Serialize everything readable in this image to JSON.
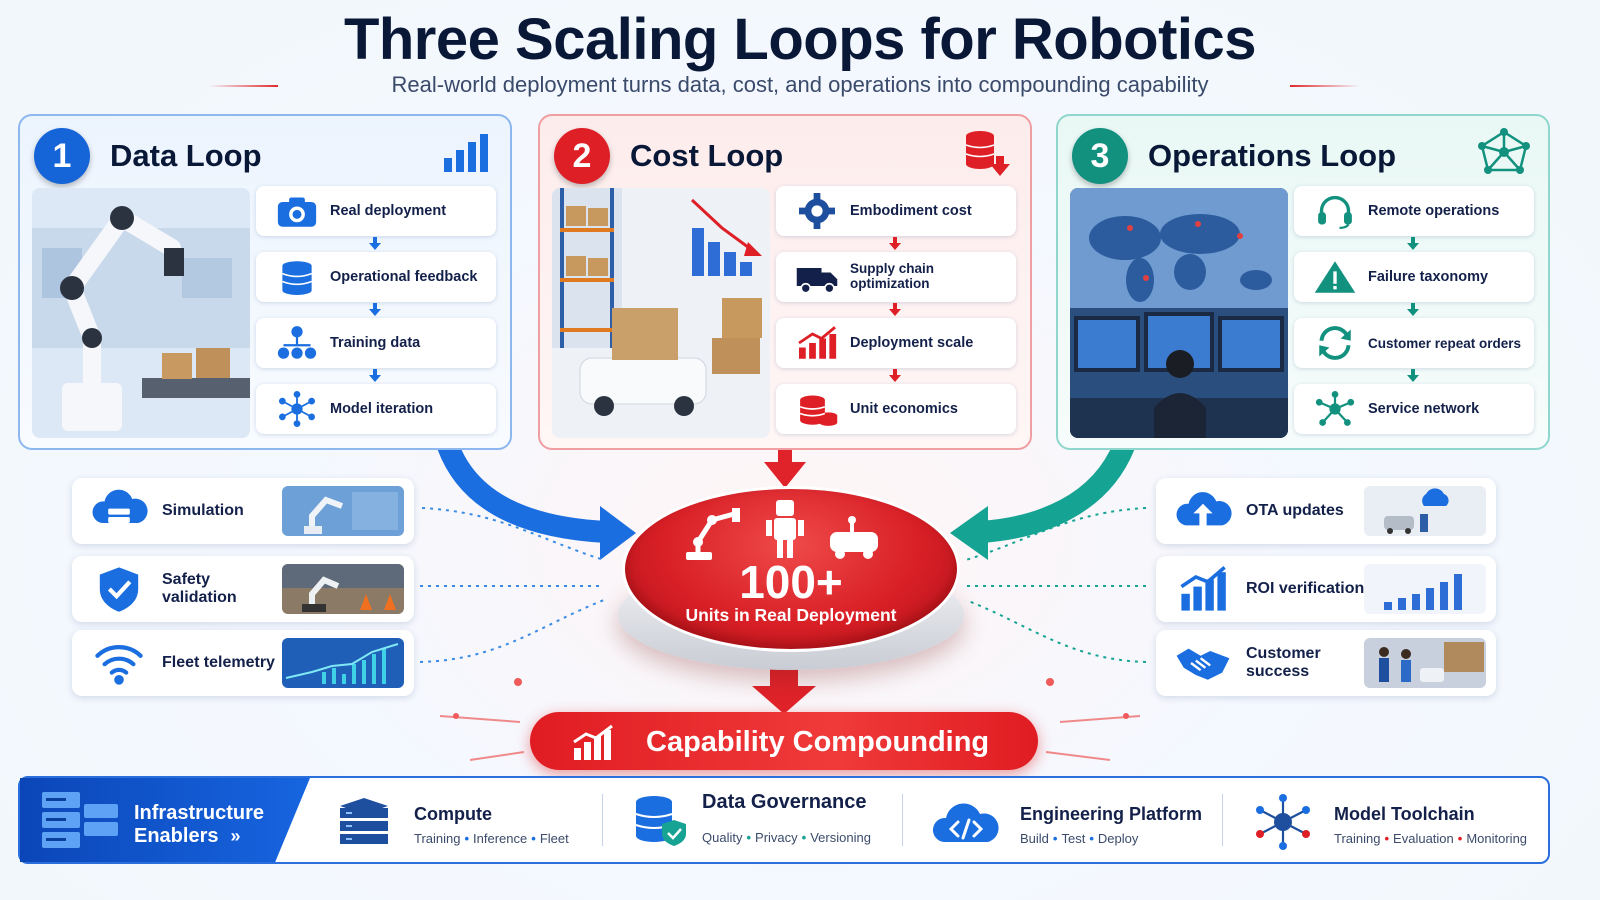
{
  "title": "Three Scaling Loops for Robotics",
  "subtitle": "Real-world deployment turns data, cost, and operations into compounding capability",
  "colors": {
    "data": "#1565d8",
    "cost": "#de1f26",
    "operations": "#13917f",
    "navy": "#0a1838"
  },
  "loops": [
    {
      "number": "1",
      "title": "Data Loop",
      "icon": "bar-chart-icon",
      "steps": [
        {
          "label": "Real deployment",
          "icon": "camera-icon"
        },
        {
          "label": "Operational feedback",
          "icon": "database-icon"
        },
        {
          "label": "Training data",
          "icon": "hierarchy-icon"
        },
        {
          "label": "Model iteration",
          "icon": "neural-net-icon"
        }
      ]
    },
    {
      "number": "2",
      "title": "Cost Loop",
      "icon": "cost-down-icon",
      "steps": [
        {
          "label": "Embodiment cost",
          "icon": "gear-icon"
        },
        {
          "label": "Supply chain optimization",
          "icon": "truck-icon"
        },
        {
          "label": "Deployment scale",
          "icon": "growth-chart-icon"
        },
        {
          "label": "Unit economics",
          "icon": "coins-icon"
        }
      ]
    },
    {
      "number": "3",
      "title": "Operations Loop",
      "icon": "network-icon",
      "steps": [
        {
          "label": "Remote operations",
          "icon": "headset-icon"
        },
        {
          "label": "Failure taxonomy",
          "icon": "warning-icon"
        },
        {
          "label": "Customer repeat orders",
          "icon": "refresh-icon"
        },
        {
          "label": "Service network",
          "icon": "hub-icon"
        }
      ]
    }
  ],
  "left_cards": [
    {
      "label": "Simulation",
      "icon": "cloud-server-icon"
    },
    {
      "label": "Safety validation",
      "icon": "shield-check-icon"
    },
    {
      "label": "Fleet telemetry",
      "icon": "wifi-icon"
    }
  ],
  "right_cards": [
    {
      "label": "OTA updates",
      "icon": "cloud-upload-icon"
    },
    {
      "label": "ROI verification",
      "icon": "growth-chart-icon"
    },
    {
      "label": "Customer success",
      "icon": "handshake-icon"
    }
  ],
  "hub": {
    "value": "100+",
    "label": "Units in Real Deployment"
  },
  "capability": "Capability Compounding",
  "enablers": {
    "title_line1": "Infrastructure",
    "title_line2": "Enablers",
    "items": [
      {
        "title": "Compute",
        "subs": [
          "Training",
          "Inference",
          "Fleet"
        ]
      },
      {
        "title": "Data Governance",
        "subs": [
          "Quality",
          "Privacy",
          "Versioning"
        ]
      },
      {
        "title": "Engineering Platform",
        "subs": [
          "Build",
          "Test",
          "Deploy"
        ]
      },
      {
        "title": "Model Toolchain",
        "subs": [
          "Training",
          "Evaluation",
          "Monitoring"
        ]
      }
    ]
  }
}
